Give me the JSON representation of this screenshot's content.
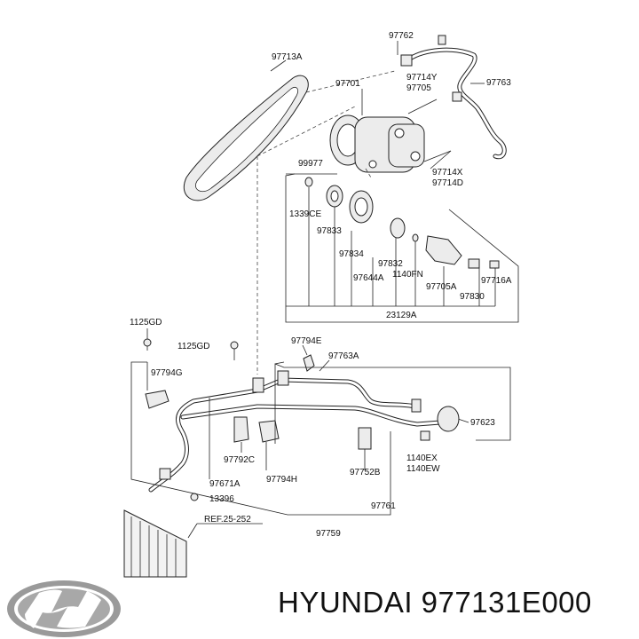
{
  "labels": {
    "l97762": "97762",
    "l97713A": "97713A",
    "l97701": "97701",
    "l97714Y": "97714Y",
    "l97705": "97705",
    "l97763": "97763",
    "l99977": "99977",
    "l97714X": "97714X",
    "l97714D": "97714D",
    "l1339CE": "1339CE",
    "l97833": "97833",
    "l97834": "97834",
    "l97832": "97832",
    "l1140FN": "1140FN",
    "l97644A": "97644A",
    "l97705A": "97705A",
    "l97716A": "97716A",
    "l97830": "97830",
    "l23129A": "23129A",
    "l1125GD_a": "1125GD",
    "l1125GD_b": "1125GD",
    "l97794E": "97794E",
    "l97763A": "97763A",
    "l97794G": "97794G",
    "l97623": "97623",
    "l1140EX": "1140EX",
    "l1140EW": "1140EW",
    "l97792C": "97792C",
    "l97794H": "97794H",
    "l97752B": "97752B",
    "l97671A": "97671A",
    "l13396": "13396",
    "lREF": "REF.25-252",
    "l97761": "97761",
    "l97759": "97759"
  },
  "footer": {
    "brand_text": "HYUNDAI 977131E000",
    "logo_name": "hyundai-logo"
  },
  "colors": {
    "line": "#222222",
    "part_fill": "#ececec",
    "logo": "#9a9a9a"
  }
}
